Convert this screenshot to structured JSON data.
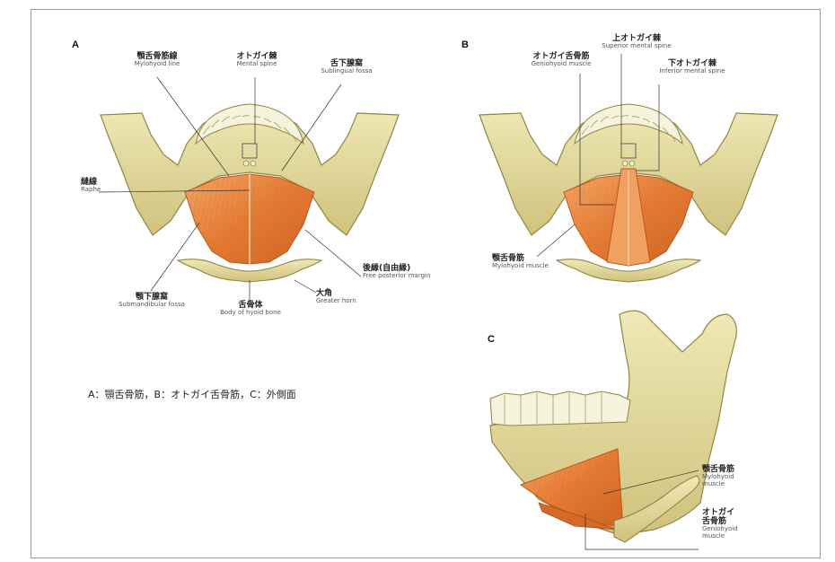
{
  "panels": {
    "a": {
      "letter": "A",
      "labels": {
        "mylohyoid_line": {
          "ja": "顎舌骨筋線",
          "en": "Mylohyoid line"
        },
        "mental_spine": {
          "ja": "オトガイ棘",
          "en": "Mental spine"
        },
        "sublingual_fossa": {
          "ja": "舌下腺窩",
          "en": "Sublingual fossa"
        },
        "raphe": {
          "ja": "縫線",
          "en": "Raphe"
        },
        "submandibular_fossa": {
          "ja": "顎下腺窩",
          "en": "Submandibular fossa"
        },
        "free_posterior_margin": {
          "ja": "後縁(自由縁)",
          "en": "Free posterior margin"
        },
        "body_of_hyoid": {
          "ja": "舌骨体",
          "en": "Body of hyoid bone"
        },
        "greater_horn": {
          "ja": "大角",
          "en": "Greater horn"
        }
      }
    },
    "b": {
      "letter": "B",
      "labels": {
        "geniohyoid": {
          "ja": "オトガイ舌骨筋",
          "en": "Geniohyoid muscle"
        },
        "superior_mental_spine": {
          "ja": "上オトガイ棘",
          "en": "Superior mental spine"
        },
        "inferior_mental_spine": {
          "ja": "下オトガイ棘",
          "en": "Inferior mental spine"
        },
        "mylohyoid_muscle": {
          "ja": "顎舌骨筋",
          "en": "Mylohyoid muscle"
        }
      }
    },
    "c": {
      "letter": "C",
      "labels": {
        "mylohyoid_muscle": {
          "ja": "顎舌骨筋",
          "en_line1": "Mylohyoid",
          "en_line2": "muscle"
        },
        "geniohyoid": {
          "ja_line1": "オトガイ",
          "ja_line2": "舌骨筋",
          "en_line1": "Geniohyoid",
          "en_line2": "muscle"
        }
      }
    }
  },
  "caption": "A：顎舌骨筋，B：オトガイ舌骨筋，C：外側面",
  "colors": {
    "bone": "#e7e1a6",
    "bone_shadow": "#b7ae66",
    "muscle": "#e4853e",
    "muscle_light": "#f2b27a",
    "line": "#333333"
  }
}
